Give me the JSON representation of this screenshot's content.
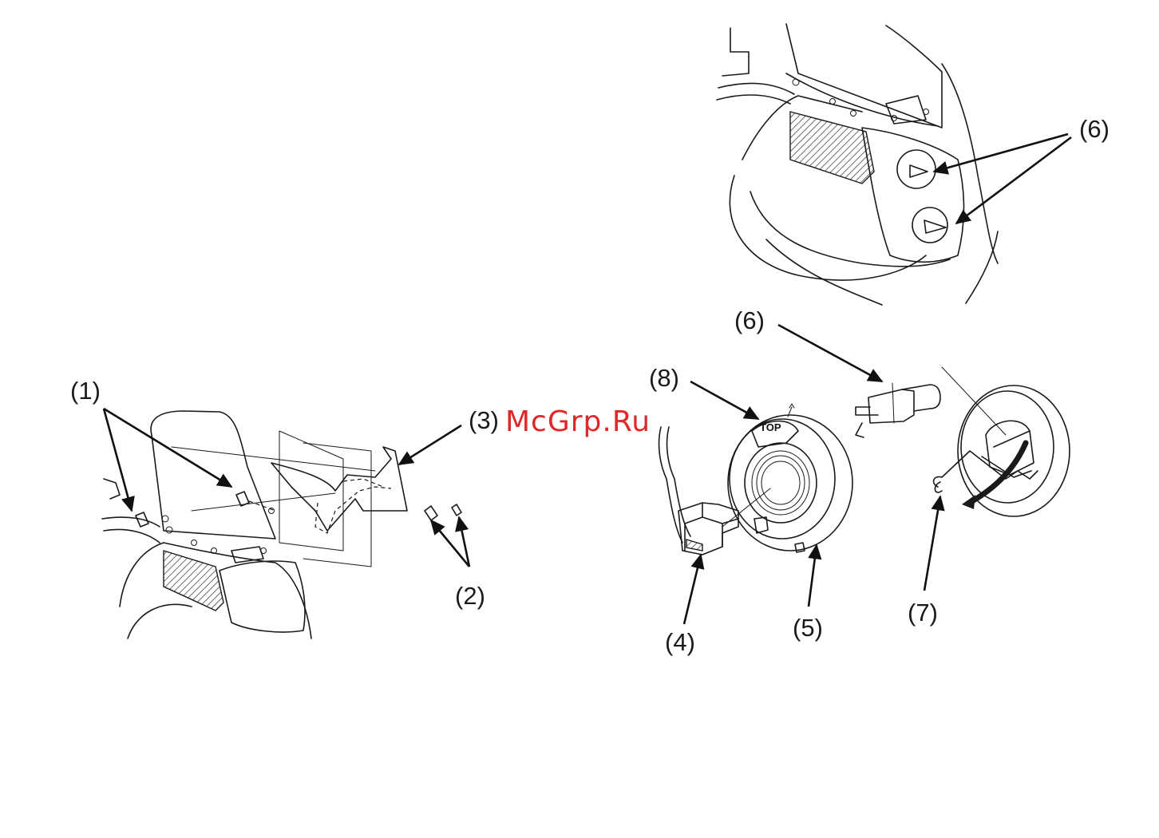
{
  "watermark": "McGrp.Ru",
  "stamp": "TOP",
  "callouts": {
    "c1": "(1)",
    "c2": "(2)",
    "c3": "(3)",
    "c4": "(4)",
    "c5": "(5)",
    "c6_top": "(6)",
    "c6_mid": "(6)",
    "c7": "(7)",
    "c8": "(8)"
  },
  "colors": {
    "watermark": "#e0282a",
    "line": "#1a1a1a",
    "background": "#ffffff"
  }
}
